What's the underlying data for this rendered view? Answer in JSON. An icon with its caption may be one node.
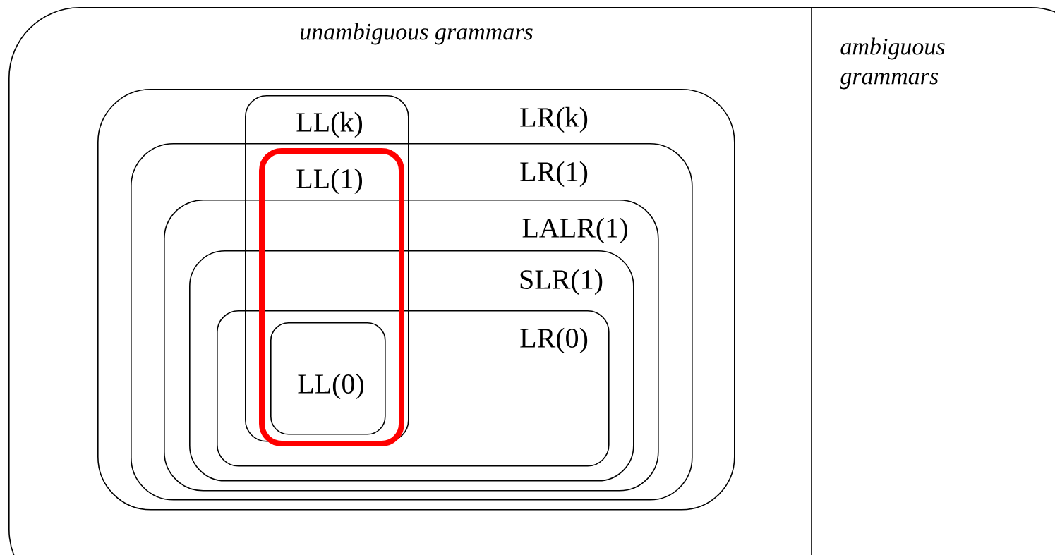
{
  "diagram": {
    "nodes": [
      {
        "text": [
          "unambiguous grammars",
          "ambiguous grammars"
        ]
      },
      {
        "text": [
          "LR(k)"
        ],
        "in": 0
      },
      {
        "text": [
          "LR(1)"
        ],
        "in": 1
      },
      {
        "text": [
          "LALR(1)"
        ],
        "in": 2
      },
      {
        "text": [
          "SLR(1)"
        ],
        "in": 3
      },
      {
        "text": [
          "LR(0)"
        ],
        "in": 4
      },
      {
        "text": [
          "LL(k)"
        ],
        "in": 1
      },
      {
        "text": [
          "LL(1)"
        ],
        "in": 6
      },
      {
        "text": [
          "LL(0)"
        ]
      }
    ]
  }
}
